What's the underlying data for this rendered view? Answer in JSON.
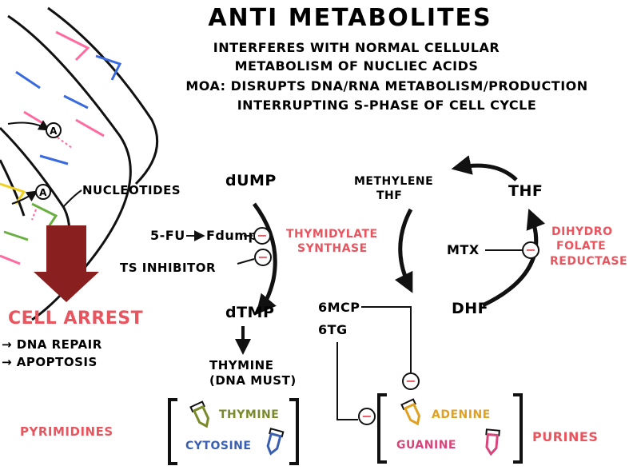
{
  "title": "ANTI METABOLITES",
  "subtitle_lines": [
    "INTERFERES WITH NORMAL CELLULAR",
    "METABOLISM OF NUCLIEC ACIDS",
    "MOA: DISRUPTS DNA/RNA METABOLISM/PRODUCTION",
    "INTERRUPTING S-PHASE OF CELL CYCLE"
  ],
  "dna": {
    "nucleotides_label": "NUCLEOTIDES",
    "marker_a": "A",
    "marker_b": "A"
  },
  "cell_arrest": {
    "title": "CELL ARREST",
    "outcomes": [
      "→ DNA REPAIR",
      "→ APOPTOSIS"
    ]
  },
  "thymidylate": {
    "dump": "dUMP",
    "dtmp": "dTMP",
    "fu": "5-FU",
    "fdump": "Fdump",
    "ts_inhibitor": "TS INHIBITOR",
    "enzyme_line1": "THYMIDYLATE",
    "enzyme_line2": "SYNTHASE",
    "thymine_line1": "THYMINE",
    "thymine_line2": "(DNA MUST)"
  },
  "folate": {
    "methylene_line1": "METHYLENE",
    "methylene_line2": "THF",
    "thf": "THF",
    "dhf": "DHF",
    "mtx": "MTX",
    "enzyme_line1": "DIHYDRO",
    "enzyme_line2": "FOLATE",
    "enzyme_line3": "REDUCTASE"
  },
  "purine_drugs": {
    "mcp": "6MCP",
    "tg": "6TG"
  },
  "pyrimidines": {
    "label": "PYRIMIDINES",
    "bases": [
      "THYMINE",
      "CYTOSINE"
    ]
  },
  "purines": {
    "label": "PURINES",
    "bases": [
      "ADENINE",
      "GUANINE"
    ]
  },
  "inhibit_symbol": "−",
  "colors": {
    "ink": "#111111",
    "red_label": "#e8555f",
    "dark_red_arrow": "#8a1f1f",
    "thymine_green": "#7a8a2a",
    "cytosine_blue": "#3a5fb0",
    "adenine_orange": "#e0a020",
    "guanine_pink": "#d8457a",
    "dna_pink": "#ff6aa0",
    "dna_blue": "#3a6adf",
    "dna_green": "#6ab040",
    "dna_yellow": "#f0d020"
  }
}
